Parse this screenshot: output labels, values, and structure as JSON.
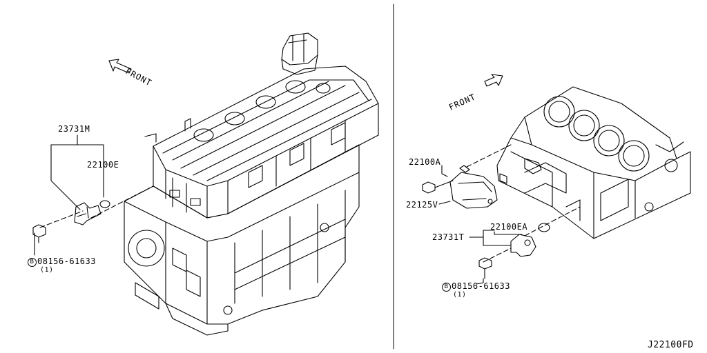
{
  "diagram_code": "J22100FD",
  "left": {
    "front_label": "FRONT",
    "parts": {
      "sensor": "23731M",
      "oring": "22100E",
      "bolt": "08156-61633",
      "bolt_qty": "(1)",
      "bolt_prefix": "B"
    }
  },
  "right": {
    "front_label": "FRONT",
    "parts": {
      "bolt_a": "22100A",
      "cover": "22125V",
      "oring": "22100EA",
      "sensor": "23731T",
      "bolt": "08156-61633",
      "bolt_qty": "(1)",
      "bolt_prefix": "B"
    }
  }
}
